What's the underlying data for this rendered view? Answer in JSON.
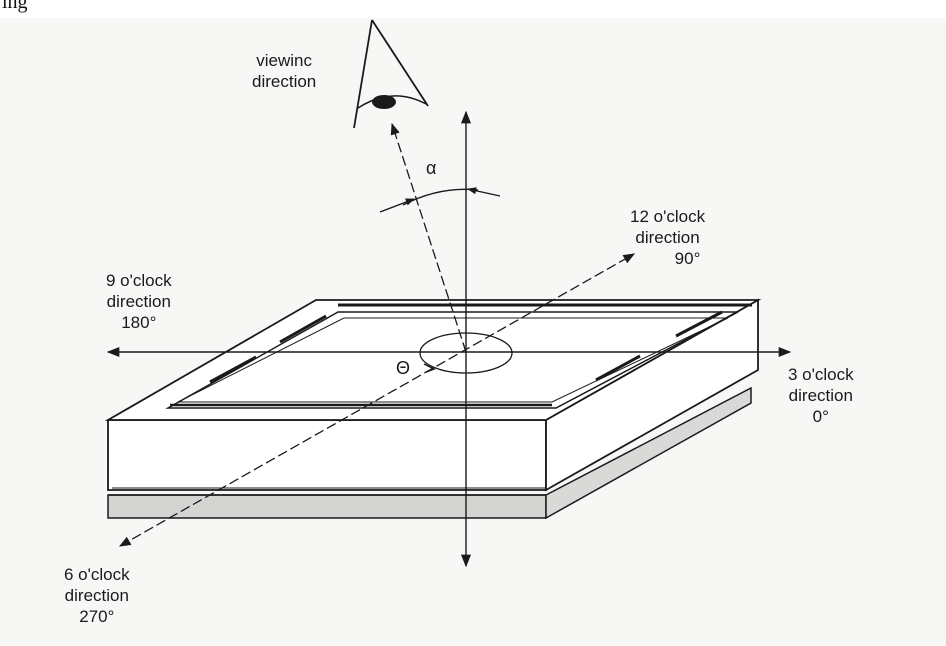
{
  "header_text": "ing",
  "eye_label": {
    "line1": "viewinc",
    "line2": "direction"
  },
  "alpha_symbol": "α",
  "theta_symbol": "Θ",
  "twelve": {
    "line1": "12 o'clock",
    "line2": "direction",
    "line3": "90°"
  },
  "nine": {
    "line1": "9 o'clock",
    "line2": "direction",
    "line3": "180°"
  },
  "three": {
    "line1": "3 o'clock",
    "line2": "direction",
    "line3": "0°"
  },
  "six": {
    "line1": "6 o'clock",
    "line2": "direction",
    "line3": "270°"
  },
  "colors": {
    "line": "#1a1a1a",
    "glass": "#d6d6d4",
    "background": "#f7f7f6"
  }
}
